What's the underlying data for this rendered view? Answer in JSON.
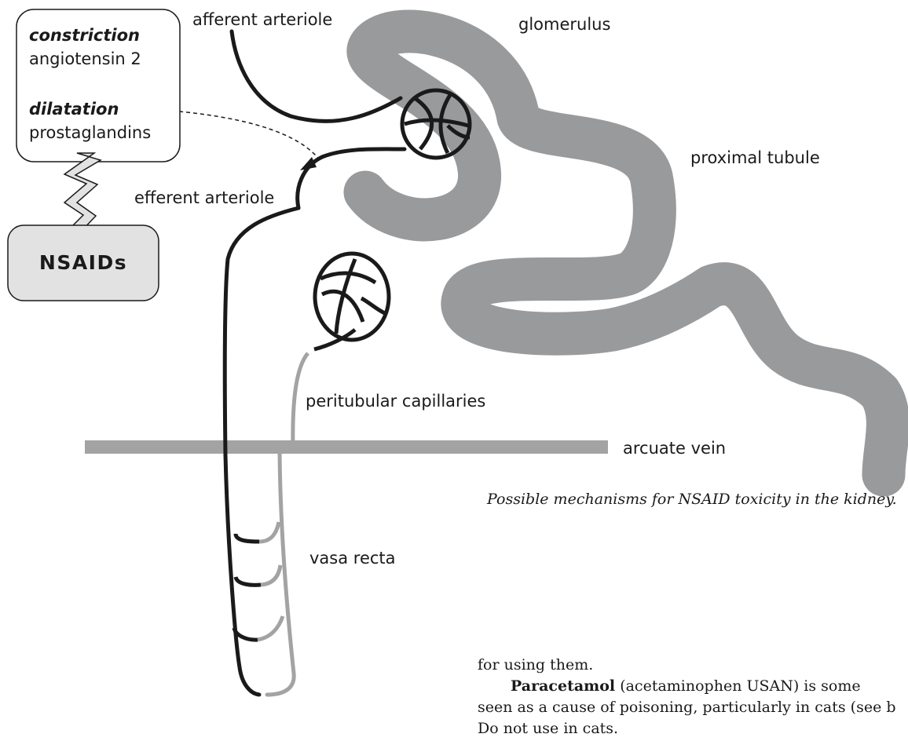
{
  "labels": {
    "afferent": "afferent arteriole",
    "glomerulus": "glomerulus",
    "proximal": "proximal tubule",
    "efferent": "efferent arteriole",
    "peritubular": "peritubular capillaries",
    "arcuate": "arcuate vein",
    "vasa_recta": "vasa recta"
  },
  "callout": {
    "constriction": "constriction",
    "angiotensin": "angiotensin 2",
    "dilatation": "dilatation",
    "prostaglandins": "prostaglandins"
  },
  "nsaids": "NSAIDs",
  "caption": "Possible mechanisms for NSAID toxicity in the kidney.",
  "body": {
    "line1": "for using them.",
    "para_bold": "Paracetamol",
    "para_rest": " (acetaminophen USAN) is some",
    "line3": "seen as a cause of poisoning, particularly in cats (see b",
    "line4": "Do not use in cats."
  },
  "colors": {
    "tubule": "#999a9c",
    "vessel": "#1a1a1a",
    "vein": "#a3a3a3",
    "nsaid_box": "#e2e2e2"
  }
}
